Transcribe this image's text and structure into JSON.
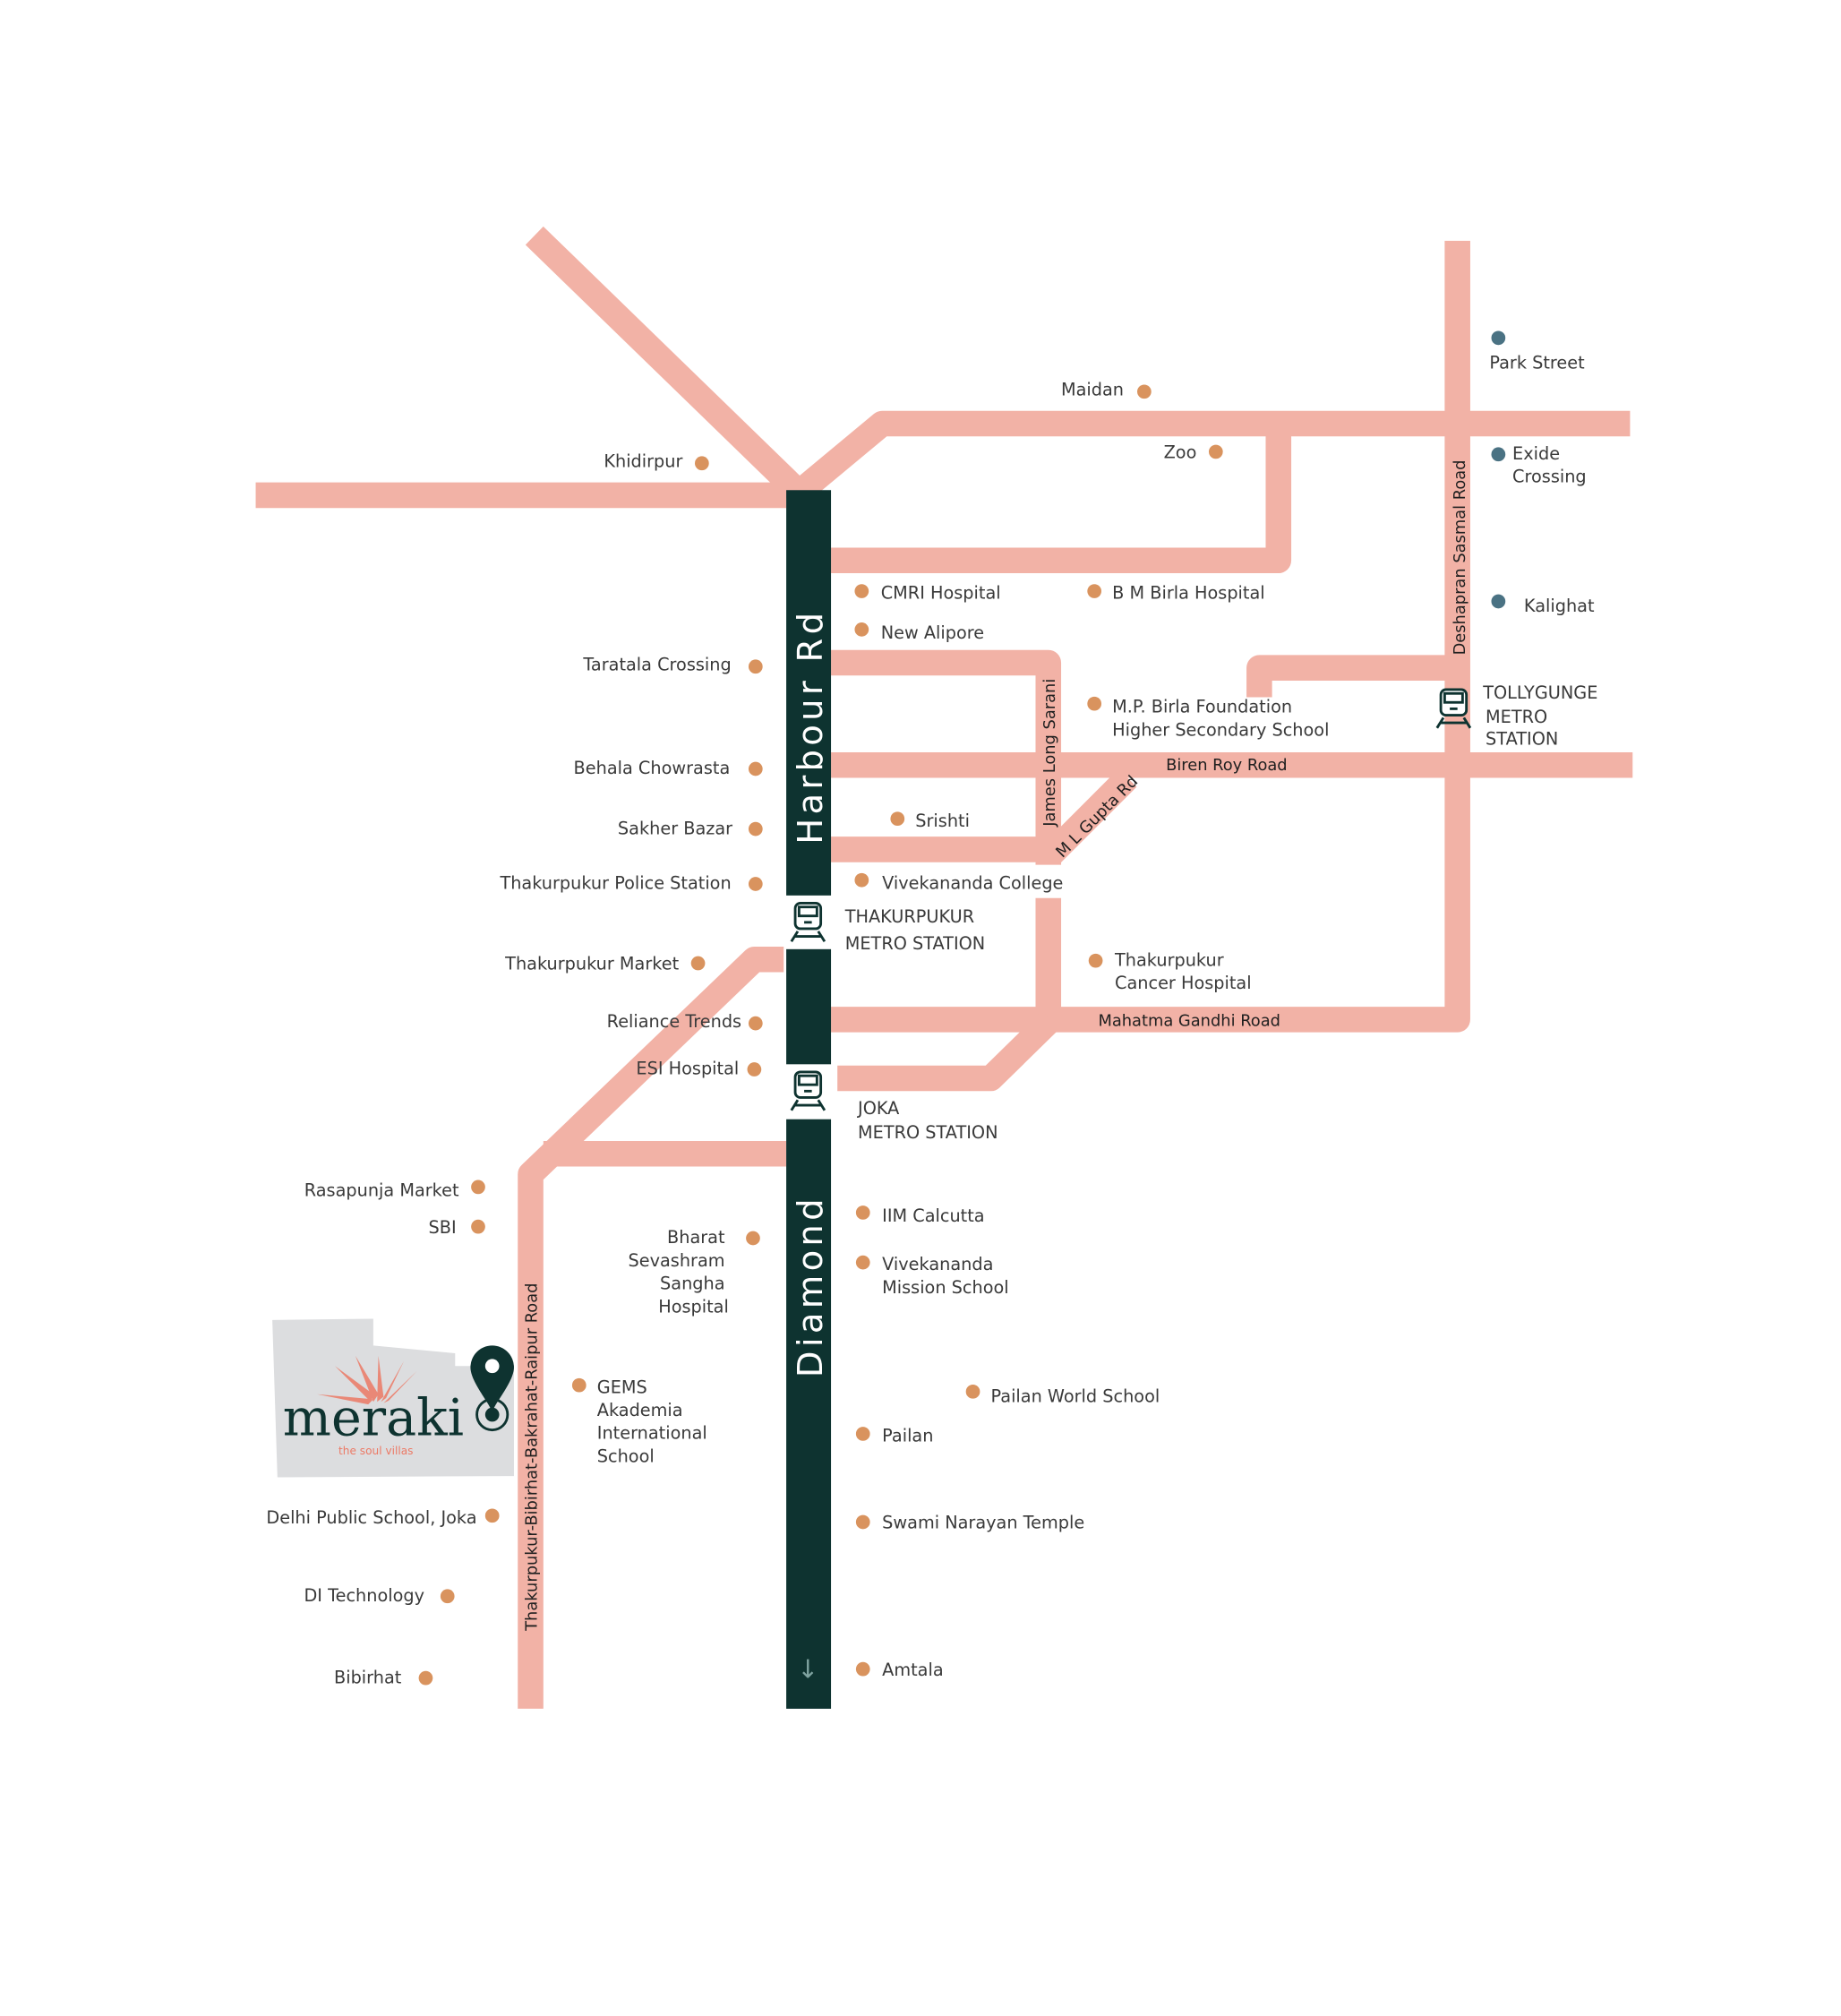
{
  "colors": {
    "road": "#f2b2a6",
    "highway": "#0e3330",
    "poi": "#d9935e",
    "poi_alt": "#4a7283",
    "logo_bg": "#dcdddf",
    "logo_accent": "#ec7a66"
  },
  "highway": {
    "north": "Harbour Rd",
    "south": "Diamond"
  },
  "roads": {
    "deshapran": "Deshapran Sasmal Road",
    "biren": "Biren Roy Road",
    "james": "James Long Sarani",
    "mlgupta": "M L Gupta Rd",
    "mg": "Mahatma Gandhi Road",
    "raipur": "Thakurpukur-Bibirhat-Bakrahat-Raipur Road"
  },
  "stations": {
    "tollygunge": [
      "TOLLYGUNGE",
      "METRO",
      "STATION"
    ],
    "thakurpukur": [
      "THAKURPUKUR",
      "METRO STATION"
    ],
    "joka": [
      "JOKA",
      "METRO STATION"
    ]
  },
  "places": {
    "park_street": "Park Street",
    "maidan": "Maidan",
    "khidirpur": "Khidirpur",
    "zoo": "Zoo",
    "exide": [
      "Exide",
      "Crossing"
    ],
    "kalighat": "Kalighat",
    "cmri": "CMRI Hospital",
    "bm_birla": "B M Birla Hospital",
    "new_alipore": "New Alipore",
    "taratala": "Taratala Crossing",
    "mp_birla": [
      "M.P. Birla Foundation",
      "Higher Secondary School"
    ],
    "behala": "Behala Chowrasta",
    "sakher": "Sakher Bazar",
    "srishti": "Srishti",
    "police": "Thakurpukur Police Station",
    "vivekananda_college": "Vivekananda College",
    "tk_market": "Thakurpukur Market",
    "cancer": [
      "Thakurpukur",
      "Cancer Hospital"
    ],
    "reliance": "Reliance Trends",
    "esi": "ESI Hospital",
    "rasapunja": "Rasapunja Market",
    "sbi": "SBI",
    "iim": "IIM Calcutta",
    "bharat": [
      "Bharat",
      "Sevashram",
      "Sangha",
      "Hospital"
    ],
    "vms": [
      "Vivekananda",
      "Mission School"
    ],
    "gems": [
      "GEMS",
      "Akademia",
      "International",
      "School"
    ],
    "pailan_ws": "Pailan World School",
    "pailan": "Pailan",
    "dps": "Delhi Public School, Joka",
    "swami": "Swami Narayan Temple",
    "di": "DI Technology",
    "bibirhat": "Bibirhat",
    "amtala": "Amtala"
  },
  "logo": {
    "name": "meraki",
    "tagline": "the soul villas"
  },
  "south_arrow": "↓"
}
